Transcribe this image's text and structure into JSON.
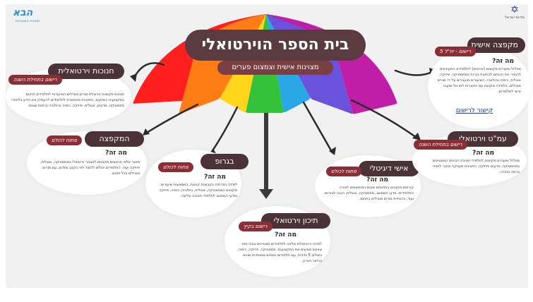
{
  "header": {
    "title": "בית הספר הוירטואלי",
    "subtitle": "מצוינות אישית וצמצום פערים"
  },
  "logo": {
    "name": "school-logo",
    "text": "הבא",
    "sub": "תוכנית המצוינות"
  },
  "emblem": {
    "caption": "מדינת ישראל"
  },
  "accent_colors": {
    "umbrella": [
      "#ff1a1a",
      "#ff7a1a",
      "#ffd21a",
      "#33cc33",
      "#2aa0e0",
      "#6a4fd8",
      "#c21ea8"
    ],
    "pill_dark": "#4a3236",
    "tag_red": "#8a2f35",
    "title_bg": "#5a3b40"
  },
  "cards": {
    "virtual_matriculation": {
      "title": "מקפצה אישית",
      "tag": "רישום - יח\"ל 5",
      "q": "מה זה?",
      "body": "מסלול שיעורים מקוונים (ארוכים) לתלמידים המעוניינים להגביר את הכנתם לבחינות בגרות במתמטיקה, פיזיקה, אנגלית, כימיה וביולוגיה. השיעורים מועברים על ידי מורים מובילים, בלמידה מקוונת עם אפשרות לתרגול ומענה אישי לתלמידים.",
      "link": "קישור לרישום"
    },
    "virtual_stores": {
      "title": "חנוכות וירטואלית",
      "tag": "רישום בתחילת השנה",
      "q": "מה זה?",
      "body": "חנוכות מקוונות בהובלת מורים מובילים המיועדות לתלמידים חזקים במקצועות המדעים. התוכנית מאפשרת לתלמידים להעמיק את הידע בלימודי מתמטיקה, מדעים, אנגלית, פיזיקה, כימיה וביולוגיה ברמות שונות."
    },
    "hakpatsa": {
      "title": "המקפצה",
      "tag": "פתוח לכולם",
      "q": "מה זה?",
      "body": "מאגר אלפי סרטונים מקוונים לתגבור וירטואלי במתמטיקה, אנגלית, פיזיקה ועוד. התלמידים יכולים ללמוד לפי הקצב שלהם, עם מורים מובילים בכל תחום."
    },
    "bagroup": {
      "title": "בגרופ",
      "tag": "פתוח לכולם",
      "q": "מה זה?",
      "body": "למידה חברתית בקבוצות קטנות, באמצעות שיעורים מקוונים במתמטיקה, אנגלית, ביולוגיה, כימיה, פיזיקה ומדעי המחשב לתלמידי חטיבה עליונה."
    },
    "virtual_highschool": {
      "title": "תיכון וירטואלי",
      "tag": "רישום בקיץ",
      "q": "מה זה?",
      "body": "למידה וירטואלית מלאה לתלמידים מצטיינים בבתי ספר שאינם מציעים את המקצועות: מתמטיקה, פיזיקה, כימיה, בשילוב 5 יחידות, עם תלמידים נוספים ממוסדות שונים ברחבי הארץ."
    },
    "digital_tutor": {
      "title": "אישי דיגיטלי",
      "tag": "פתוח לכולם",
      "q": "מה זה?",
      "body": "קורסים מקוונים בתחומים שונים המותאמים לצורכי התלמידים: מדעי המחשב, מתמטיקה, אנגלית, הכנה לבגרות ועוד, בהנחיית מורים מובילים בתחום."
    },
    "ems_virtual": {
      "title": "עמ\"ט וירטואלי",
      "tag": "רישום בתחילת השנה",
      "q": "מה זה?",
      "body": "מסלול שיעורים מקוונים לתלמידי חטיבת הביניים המצטיינים במתמטיקה, מדעים ופיזיקה. התוכנית מעניקה אתגר לימודי ברמה גבוהה."
    }
  }
}
